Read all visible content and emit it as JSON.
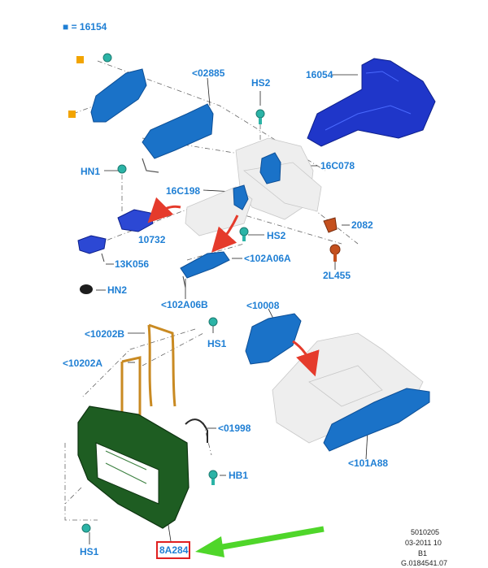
{
  "legend": {
    "marker_color": "#f2a400",
    "text": "■ = 16154",
    "value": "= 16154"
  },
  "labels": {
    "l02885": "<02885",
    "lHS2a": "HS2",
    "l16054": "16054",
    "lHN1": "HN1",
    "l16C198": "16C198",
    "l16C078": "16C078",
    "l2082": "2082",
    "l10732": "10732",
    "lHS2b": "HS2",
    "l13K056": "13K056",
    "l102A06A": "<102A06A",
    "l2L455": "2L455",
    "lHN2": "HN2",
    "l102A06B": "<102A06B",
    "l10008": "<10008",
    "l10202B": "<10202B",
    "lHS1a": "HS1",
    "l10202A": "<10202A",
    "l01998": "<01998",
    "l101A88": "<101A88",
    "lHB1": "HB1",
    "lHS1b": "HS1",
    "l8A284": "8A284"
  },
  "meta": {
    "code1": "5010205",
    "code2": "03-2011 10",
    "code3": "B1",
    "code4": "G.0184541.07"
  },
  "colors": {
    "label_blue": "#1f7fd4",
    "part_blue": "#1a72c8",
    "part_darkblue": "#1f36c9",
    "part_green": "#1e5d22",
    "part_orange": "#c98a22",
    "highlight_red": "#e02020",
    "arrow_red": "#e53b2c",
    "arrow_green": "#4fd62a",
    "ghost_grey": "#d8d8d8"
  }
}
